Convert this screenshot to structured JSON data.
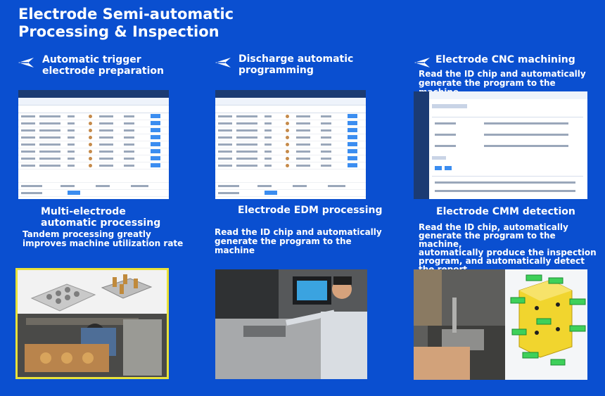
{
  "title": {
    "line1": "Electrode Semi-automatic",
    "line2": "Processing & Inspection"
  },
  "sections": {
    "auto_trigger": {
      "line1": "Automatic trigger",
      "line2": "electrode preparation"
    },
    "discharge": {
      "line1": "Discharge automatic",
      "line2": "programming"
    },
    "cnc": {
      "title": "Electrode CNC machining",
      "desc1": "Read the ID chip and automatically",
      "desc2": "generate the program to the machine"
    },
    "multi": {
      "line1": "Multi-electrode",
      "line2": "automatic processing",
      "desc1": "Tandem processing greatly",
      "desc2": "improves machine utilization rate"
    },
    "edm": {
      "title": "Electrode EDM processing",
      "desc1": "Read the ID chip and automatically",
      "desc2": "generate the program to the machine"
    },
    "cmm": {
      "title": "Electrode CMM detection",
      "desc1": "Read the ID chip, automatically",
      "desc2": "generate the program to the machine,",
      "desc3": "automatically produce the inspection",
      "desc4": "program, and automatically detect",
      "desc5": "the report"
    }
  },
  "colors": {
    "background": "#0a4fd0",
    "text": "#ffffff",
    "photo_border": "#e8e23a",
    "software_header": "#1b3b73",
    "accent_button": "#3b8df0"
  },
  "icons": {
    "arrow": "paper-plane-arrow-icon"
  }
}
